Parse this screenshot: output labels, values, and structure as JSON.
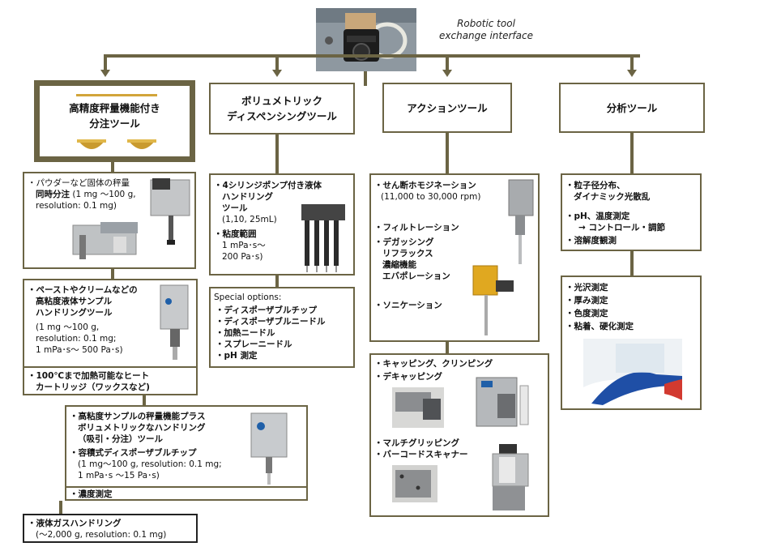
{
  "top": {
    "caption_line1": "Robotic tool",
    "caption_line2": "exchange interface"
  },
  "categories": {
    "weighing": {
      "line1": "高精度秤量機能付き",
      "line2": "分注ツール"
    },
    "volumetric": {
      "line1": "ボリュメトリック",
      "line2": "ディスペンシングツール"
    },
    "action": {
      "line1": "アクションツール"
    },
    "analysis": {
      "line1": "分析ツール"
    }
  },
  "weighing_col": {
    "b1": {
      "l1": "・パウダーなど固体の秤量",
      "l2a": "同時分注",
      "l2b": "(1 mg ～100 g,",
      "l3": "resolution: 0.1 mg)"
    },
    "b2": {
      "l1": "・ペーストやクリームなどの",
      "l2": "高粘度液体サンプル",
      "l3": "ハンドリングツール",
      "l4": "(1 mg ～100 g,",
      "l5": "resolution: 0.1 mg;",
      "l6": "1 mPa･s～ 500 Pa･s)"
    },
    "b3": {
      "l1": "・100℃まで加熱可能なヒート",
      "l2": "カートリッジ（ワックスなど)"
    },
    "b4": {
      "l1": "・高粘度サンプルの秤量機能プラス",
      "l2": "ボリュメトリックなハンドリング",
      "l3": "（吸引・分注）ツール",
      "l4": "・容積式ディスポーザブルチップ",
      "l5": "(1 mg～100 g, resolution: 0.1 mg;",
      "l6": "1 mPa･s ～15 Pa･s)"
    },
    "b5": {
      "l1": "・濃度測定"
    },
    "b6": {
      "l1": "・液体ガスハンドリング",
      "l2": "(～2,000 g,  resolution: 0.1 mg)"
    }
  },
  "volumetric_col": {
    "b1": {
      "l1": "・4シリンジポンプ付き液体",
      "l2": "ハンドリング",
      "l3": "ツール",
      "l4": "(1,10, 25mL)",
      "l5": "・粘度範囲",
      "l6": "1 mPa･s～",
      "l7": "200 Pa･s)"
    },
    "b2": {
      "l0": "Special options:",
      "l1": "・ディスポーザブルチップ",
      "l2": "・ディスポーザブルニードル",
      "l3": "・加熱ニードル",
      "l4": "・スプレーニードル",
      "l5": "・pH 測定"
    }
  },
  "action_col": {
    "b1": {
      "l1": "・せん断ホモジネーション",
      "l2": "(11,000 to 30,000 rpm)",
      "l3": "・フィルトレーション",
      "l4": "・デガッシング",
      "l5": "リフラックス",
      "l6": "濃縮機能",
      "l7": "エバポレーション",
      "l8": "・ソニケーション"
    },
    "b2": {
      "l1": "・キャッピング、クリンピング",
      "l2": "・デキャッピング",
      "l3": "・マルチグリッピング",
      "l4": "・バーコードスキャナー"
    }
  },
  "analysis_col": {
    "b1": {
      "l1": "・粒子径分布、",
      "l2": "ダイナミック光散乱",
      "l3": "・pH、温度測定",
      "l4": "→ コントロール・調節",
      "l5": "・溶解度観測"
    },
    "b2": {
      "l1": "・光沢測定",
      "l2": "・厚み測定",
      "l3": "・色度測定",
      "l4": "・粘着、硬化測定"
    }
  },
  "colors": {
    "line": "#6b6444",
    "gold": "#d2a53a"
  }
}
